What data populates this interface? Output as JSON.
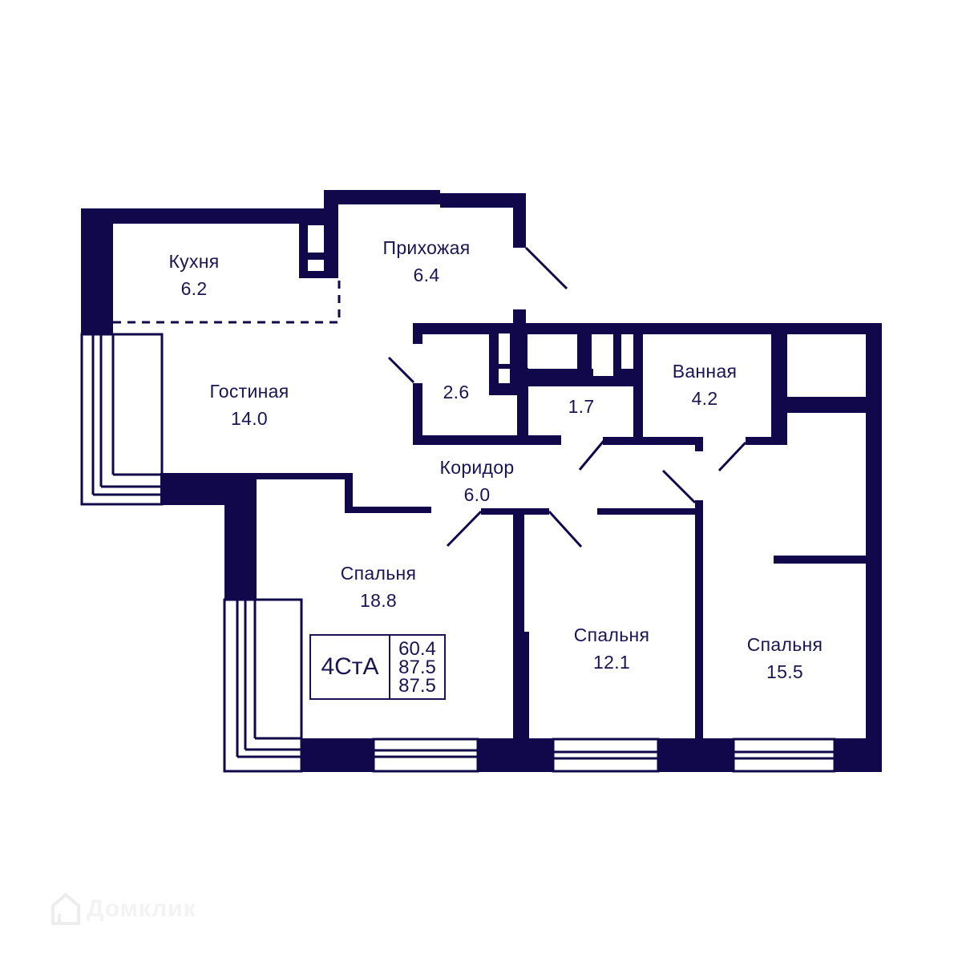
{
  "plan": {
    "type": "apartment-floor-plan",
    "colors": {
      "wall": "#10084a",
      "text": "#1a1452",
      "background": "#ffffff",
      "watermark": "#f3f3f3"
    },
    "rooms": [
      {
        "id": "kitchen",
        "name": "Кухня",
        "area": "6.2"
      },
      {
        "id": "hallway",
        "name": "Прихожая",
        "area": "6.4"
      },
      {
        "id": "living",
        "name": "Гостиная",
        "area": "14.0"
      },
      {
        "id": "storage",
        "name": "",
        "area": "2.6"
      },
      {
        "id": "wc",
        "name": "",
        "area": "1.7"
      },
      {
        "id": "bathroom",
        "name": "Ванная",
        "area": "4.2"
      },
      {
        "id": "corridor",
        "name": "Коридор",
        "area": "6.0"
      },
      {
        "id": "bedroom1",
        "name": "Спальня",
        "area": "18.8"
      },
      {
        "id": "bedroom2",
        "name": "Спальня",
        "area": "12.1"
      },
      {
        "id": "bedroom3",
        "name": "Спальня",
        "area": "15.5"
      }
    ],
    "badge": {
      "code": "4СтА",
      "areas": [
        "60.4",
        "87.5",
        "87.5"
      ]
    }
  },
  "watermark": {
    "text": "Домклик",
    "icon": "house-logo-icon"
  }
}
